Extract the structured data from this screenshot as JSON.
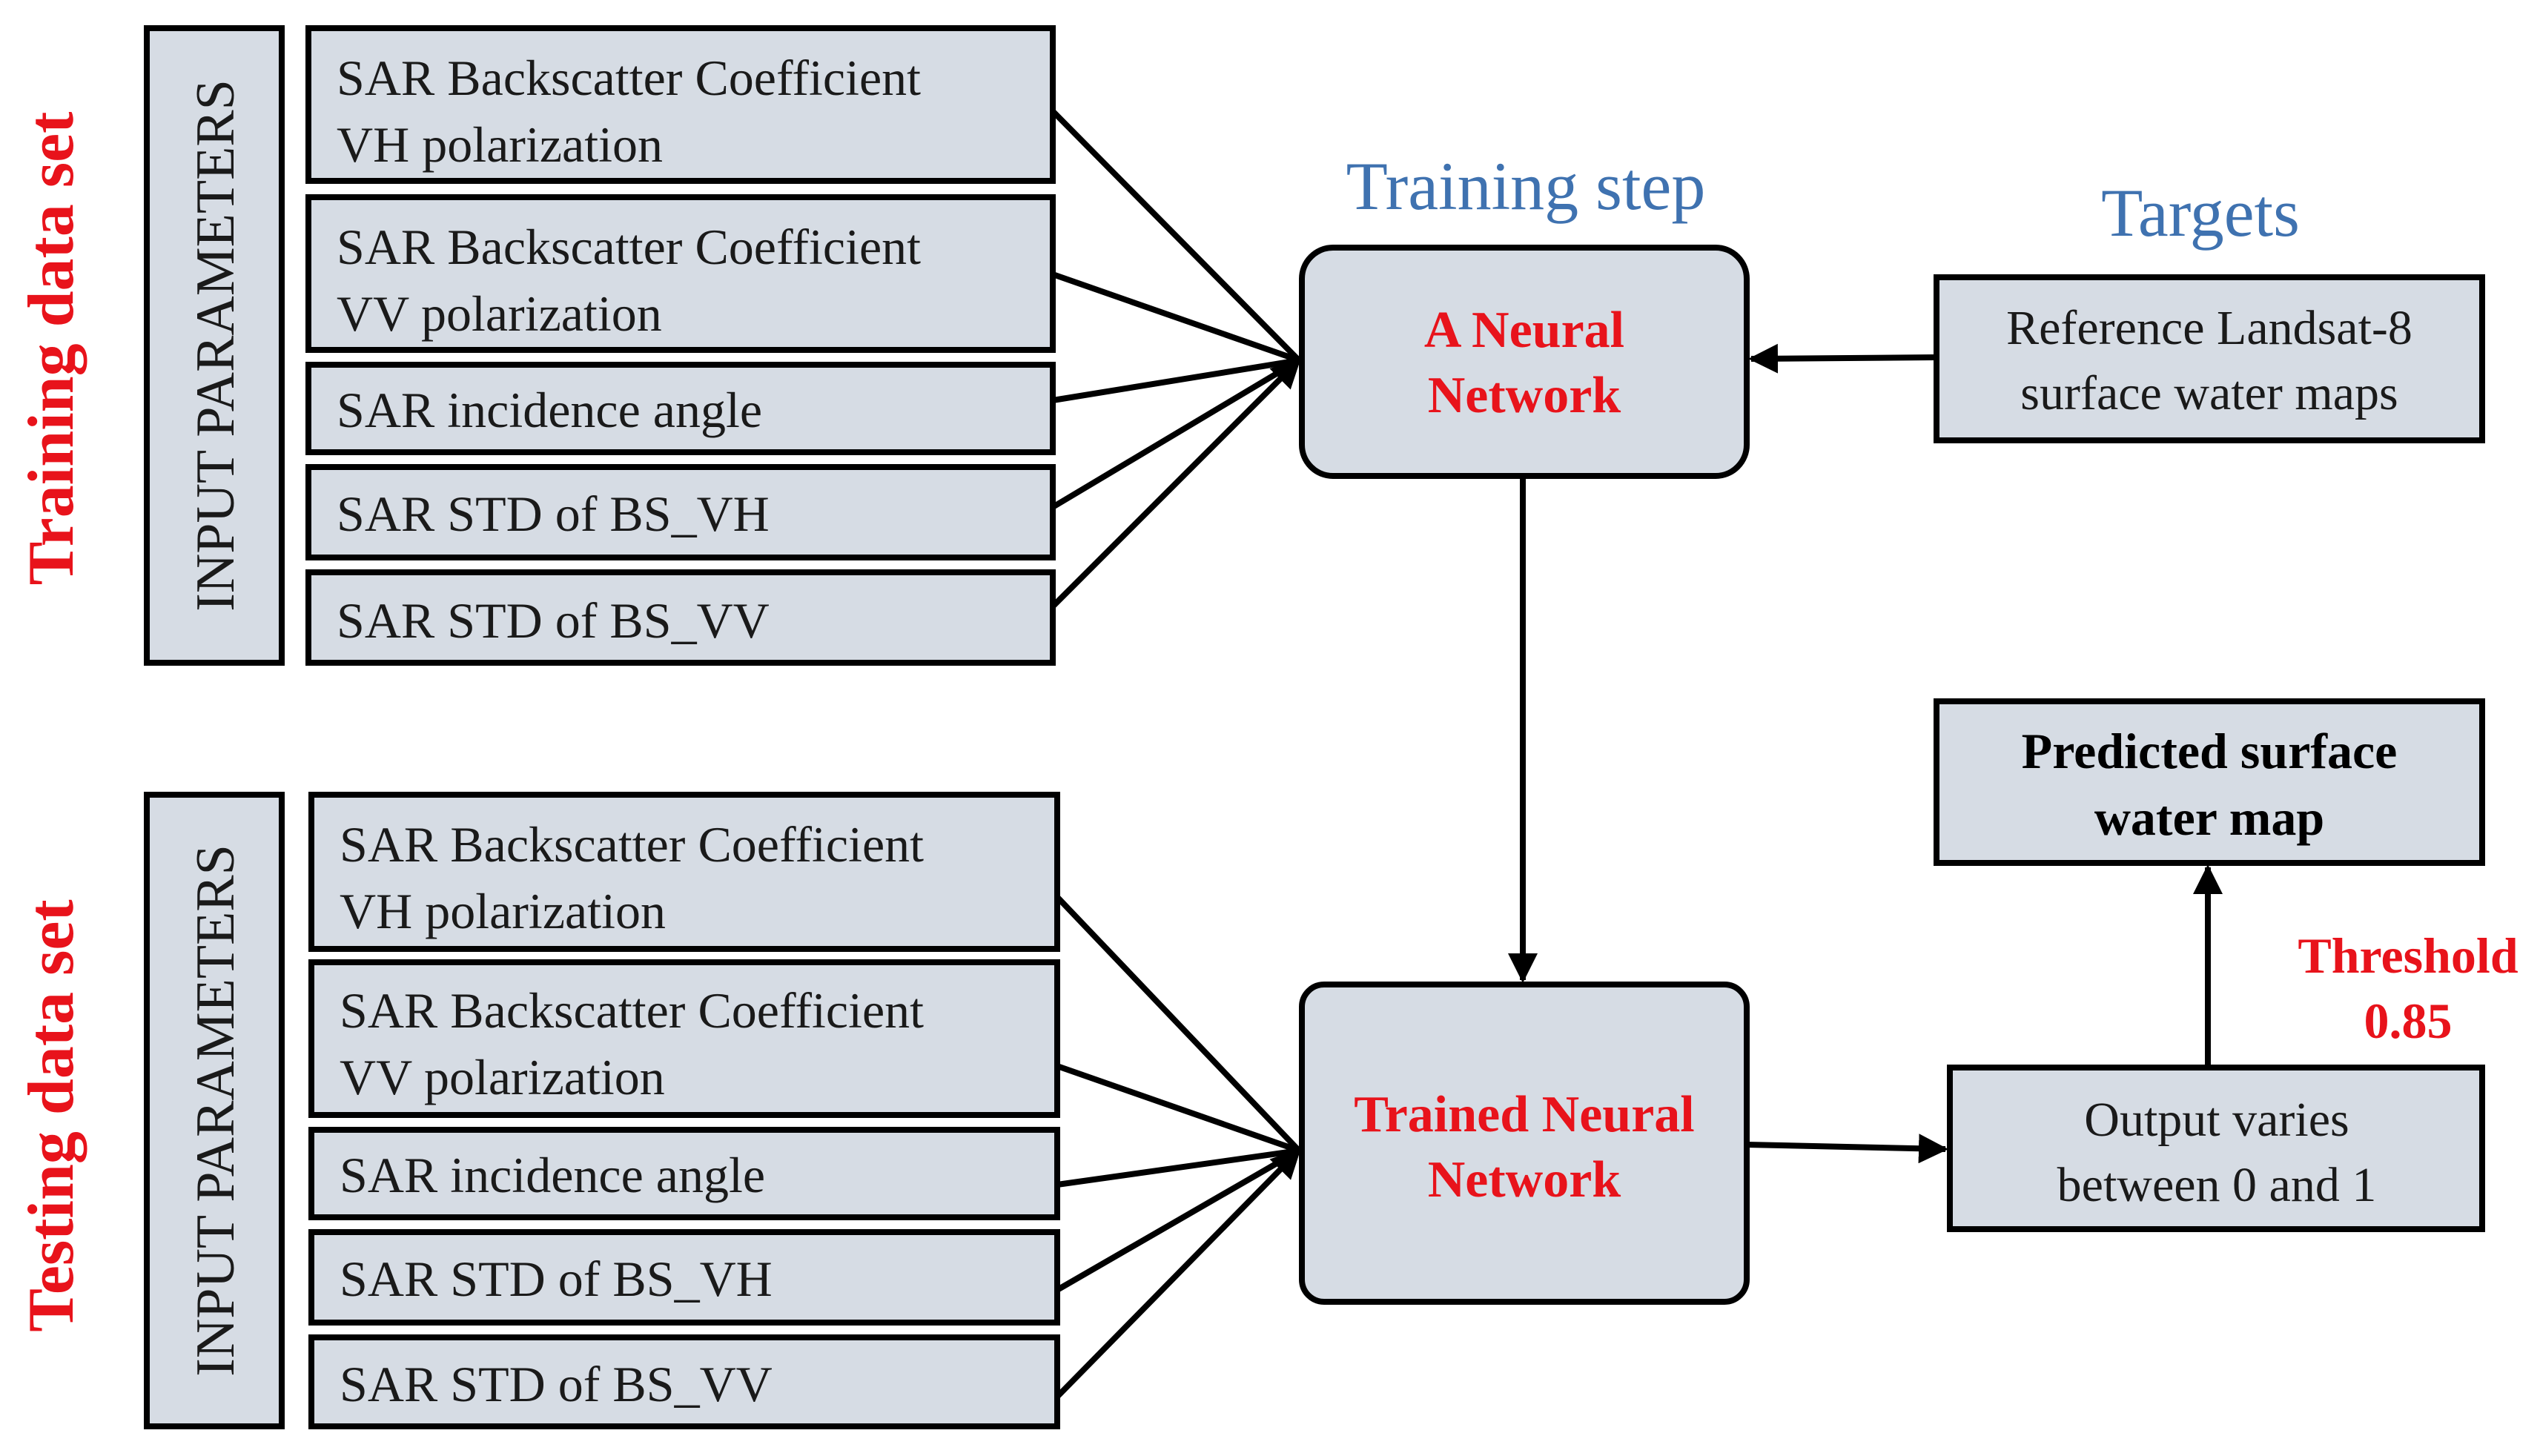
{
  "colors": {
    "box_fill": "#d6dce4",
    "red_text": "#e8131b",
    "blue_text": "#3f72b0",
    "line": "#000000"
  },
  "training": {
    "side_label": "Training data set",
    "params_label": "INPUT PARAMETERS",
    "inputs": [
      {
        "line1": "SAR Backscatter Coefficient",
        "line2": "VH polarization"
      },
      {
        "line1": "SAR Backscatter Coefficient",
        "line2": "VV polarization"
      },
      {
        "line1": "SAR incidence angle"
      },
      {
        "line1": "SAR STD of BS_VH"
      },
      {
        "line1": "SAR STD of BS_VV"
      }
    ]
  },
  "testing": {
    "side_label": "Testing data set",
    "params_label": "INPUT PARAMETERS",
    "inputs": [
      {
        "line1": "SAR Backscatter Coefficient",
        "line2": "VH polarization"
      },
      {
        "line1": "SAR Backscatter Coefficient",
        "line2": "VV polarization"
      },
      {
        "line1": "SAR incidence angle"
      },
      {
        "line1": "SAR STD of BS_VH"
      },
      {
        "line1": "SAR STD of BS_VV"
      }
    ]
  },
  "training_step": {
    "heading": "Training step",
    "nn_line1": "A Neural",
    "nn_line2": "Network"
  },
  "targets": {
    "heading": "Targets",
    "line1": "Reference Landsat-8",
    "line2": "surface water maps"
  },
  "trained": {
    "line1": "Trained Neural",
    "line2": "Network"
  },
  "output": {
    "line1": "Output varies",
    "line2": "between 0 and 1"
  },
  "threshold": {
    "line1": "Threshold",
    "line2": "0.85"
  },
  "predicted": {
    "line1": "Predicted surface",
    "line2": "water map"
  }
}
